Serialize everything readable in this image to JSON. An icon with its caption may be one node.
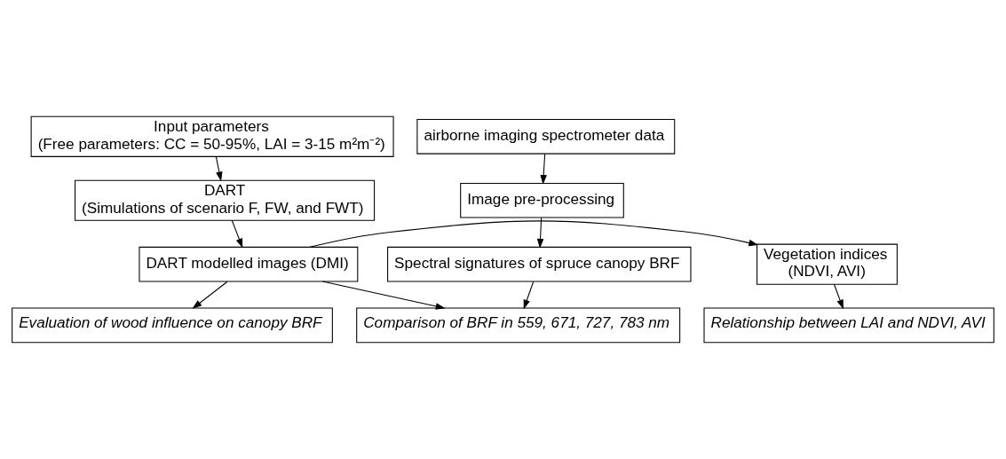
{
  "diagram": {
    "nodes": [
      {
        "text": [
          "Input parameters",
          "(Free parameters: CC = 50-95%, LAI = 3-15 m²m⁻²)"
        ]
      },
      {
        "text": [
          "airborne imaging spectrometer data"
        ]
      },
      {
        "text": [
          "DART",
          "(Simulations of scenario F, FW, and FWT)"
        ]
      },
      {
        "text": [
          "Image pre-processing"
        ]
      },
      {
        "text": [
          "Vegetation indices",
          "(NDVI, AVI)"
        ]
      },
      {
        "text": [
          "DART modelled images (DMI)"
        ]
      },
      {
        "text": [
          "Spectral signatures of spruce canopy BRF"
        ]
      },
      {
        "text": [
          "Relationship between LAI and NDVI, AVI"
        ]
      },
      {
        "text": [
          "Evaluation of wood influence on canopy BRF"
        ]
      },
      {
        "text": [
          "Comparison of BRF in 559, 671, 727, 783 nm"
        ]
      }
    ],
    "edges": [
      {
        "from": 0,
        "to": 2,
        "arrow": "to"
      },
      {
        "from": 1,
        "to": 3,
        "arrow": "to"
      },
      {
        "from": 2,
        "to": 5,
        "arrow": "to"
      },
      {
        "from": 3,
        "to": 6,
        "arrow": "to"
      },
      {
        "from": 5,
        "to": 4,
        "arrow": "to"
      },
      {
        "from": 4,
        "to": 7,
        "arrow": "to"
      },
      {
        "from": 5,
        "to": 8,
        "arrow": "to"
      },
      {
        "from": 5,
        "to": 9,
        "arrow": "to"
      },
      {
        "from": 6,
        "to": 9,
        "arrow": "to"
      }
    ]
  }
}
